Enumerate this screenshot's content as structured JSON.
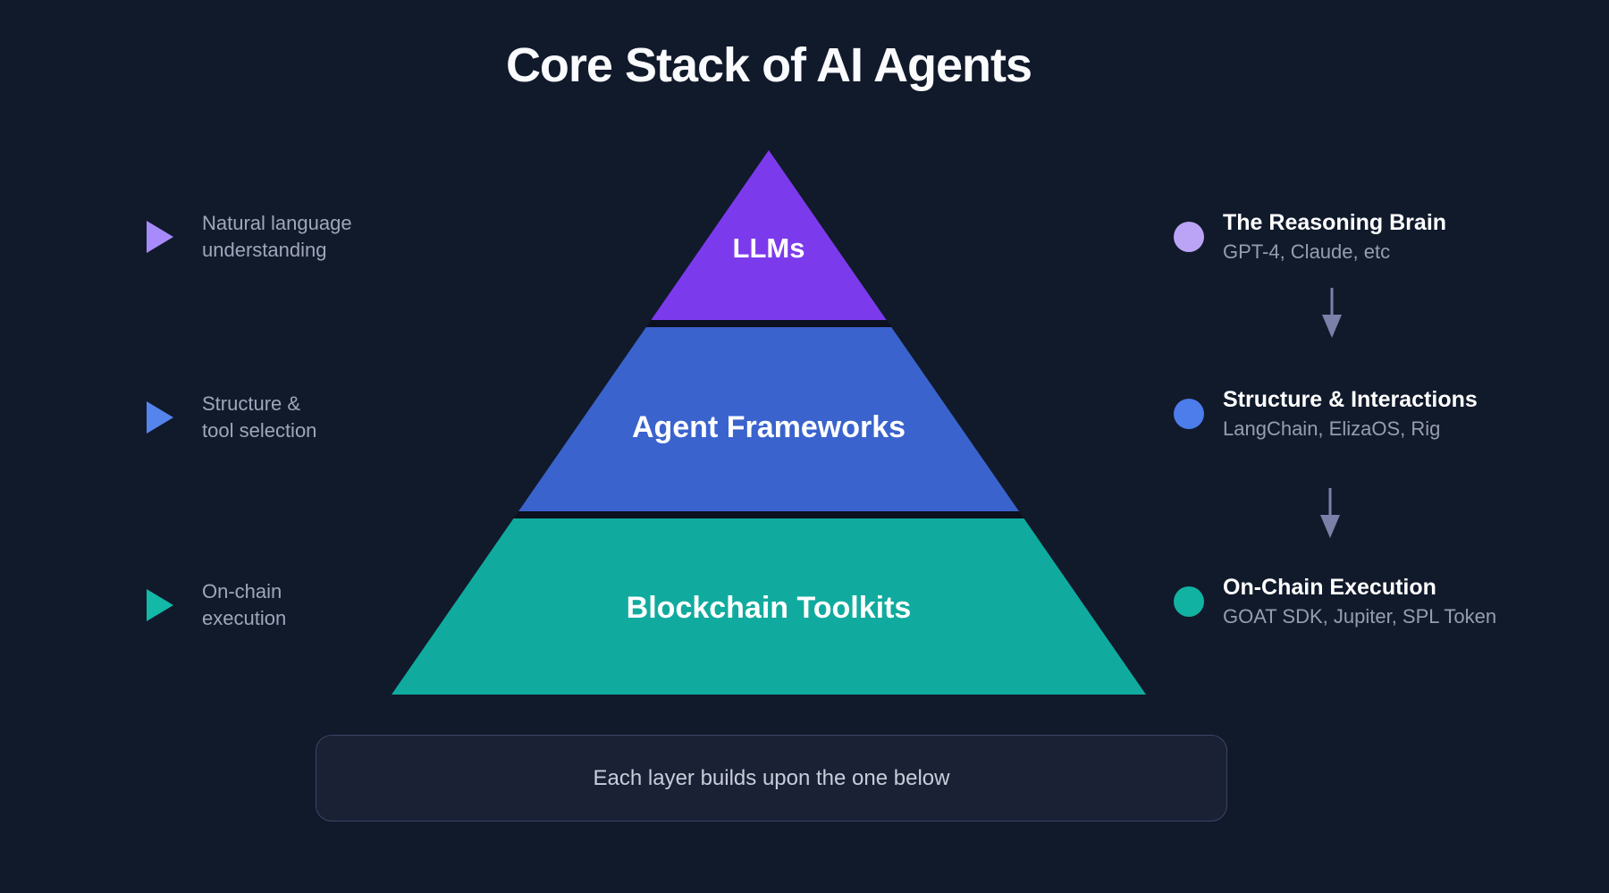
{
  "title": "Core Stack of AI Agents",
  "pyramid": {
    "layers": [
      {
        "label": "LLMs",
        "color": "#7c3aed"
      },
      {
        "label": "Agent Frameworks",
        "color": "#3a63cd"
      },
      {
        "label": "Blockchain Toolkits",
        "color": "#10ab9e"
      }
    ]
  },
  "left_callouts": [
    {
      "line1": "Natural language",
      "line2": "understanding",
      "color": "#a78bfa"
    },
    {
      "line1": "Structure &",
      "line2": "tool selection",
      "color": "#5584ec"
    },
    {
      "line1": "On-chain",
      "line2": "execution",
      "color": "#14b8a6"
    }
  ],
  "right_callouts": [
    {
      "title": "The Reasoning Brain",
      "subtitle": "GPT-4, Claude, etc",
      "color": "#bba4f6"
    },
    {
      "title": "Structure & Interactions",
      "subtitle": "LangChain, ElizaOS, Rig",
      "color": "#4d7ceb"
    },
    {
      "title": "On-Chain Execution",
      "subtitle": "GOAT SDK, Jupiter, SPL Token",
      "color": "#12b2a2"
    }
  ],
  "footer": {
    "note": "Each layer builds upon the one below"
  },
  "palette": {
    "bg": "#111a2b",
    "gap": "#0c101f",
    "arrow": "#7a80a8"
  }
}
